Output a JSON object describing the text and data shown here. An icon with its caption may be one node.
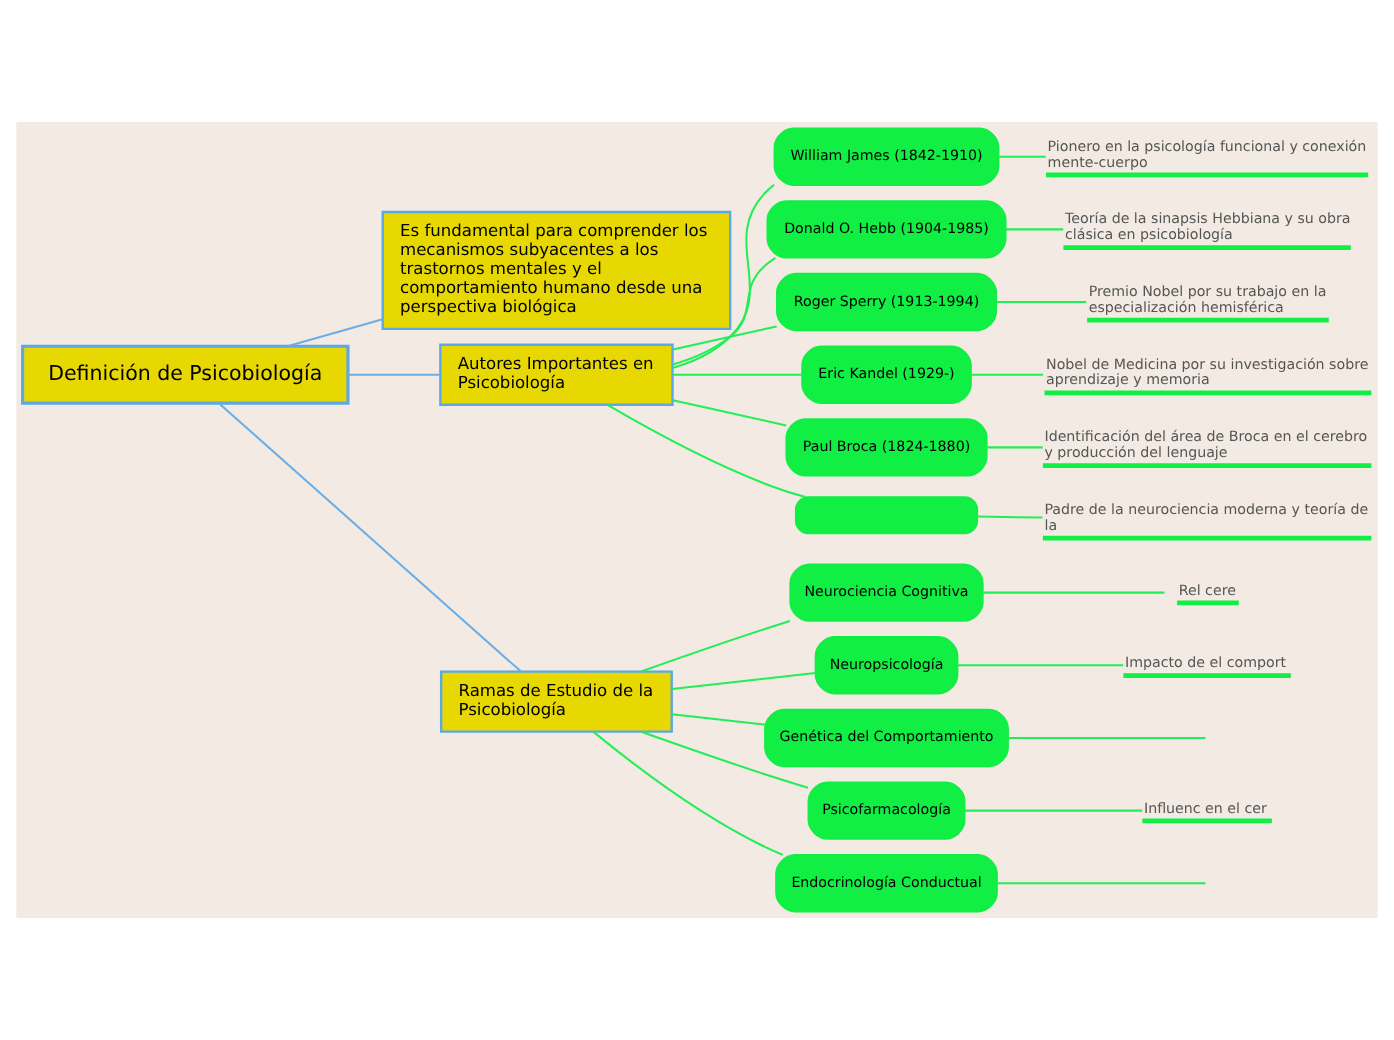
{
  "diagram": {
    "nodes": [
      {
        "text": [
          "Definición de Psicobiología"
        ]
      },
      {
        "text": [
          "Es fundamental para comprender los mecanismos subyacentes a los trastornos mentales y el comportamiento humano desde una perspectiva biológica"
        ]
      },
      {
        "text": [
          "Autores Importantes en Psicobiología"
        ]
      },
      {
        "text": [
          "William James (1842-1910)"
        ]
      },
      {
        "text": [
          "Pionero en la psicología funcional y conexión mente-cuerpo"
        ]
      },
      {
        "text": [
          "Donald O. Hebb (1904-1985)"
        ]
      },
      {
        "text": [
          "Teoría de la sinapsis Hebbiana y su obra clásica en psicobiología"
        ]
      },
      {
        "text": [
          "Roger Sperry (1913-1994)"
        ]
      },
      {
        "text": [
          "Premio Nobel por su trabajo en la especialización hemisférica"
        ]
      },
      {
        "text": [
          "Eric Kandel (1929-)"
        ]
      },
      {
        "text": [
          "Nobel de Medicina por su investigación sobre aprendizaje y memoria"
        ]
      },
      {
        "text": [
          "Paul Broca (1824-1880)"
        ]
      },
      {
        "text": [
          "Identificación del área de Broca en el cerebro y producción del lenguaje"
        ]
      },
      {
        "text": [],
        "shape": "box"
      },
      {
        "text": [
          "Padre de la neurociencia moderna y teoría de la"
        ]
      },
      {
        "text": [
          "Ramas de Estudio de la Psicobiología"
        ]
      },
      {
        "text": [
          "Neurociencia Cognitiva"
        ]
      },
      {
        "text": [
          "Rel cere"
        ]
      },
      {
        "text": [
          "Neuropsicología"
        ]
      },
      {
        "text": [
          "Impacto de el comport"
        ]
      },
      {
        "text": [
          "Genética del Comportamiento"
        ]
      },
      {
        "text": [
          "Psicofarmacología"
        ]
      },
      {
        "text": [
          "Influenc en el cer"
        ]
      },
      {
        "text": [
          "Endocrinología Conductual"
        ]
      }
    ],
    "edges": [
      {
        "from": 0,
        "to": 1,
        "arrow": "none",
        "color": "#6aaee8"
      },
      {
        "from": 0,
        "to": 2,
        "arrow": "none",
        "color": "#6aaee8"
      },
      {
        "from": 0,
        "to": 15,
        "arrow": "none",
        "color": "#6aaee8"
      },
      {
        "from": 2,
        "to": 3,
        "arrow": "none"
      },
      {
        "from": 3,
        "to": 4,
        "arrow": "none"
      },
      {
        "from": 2,
        "to": 5,
        "arrow": "none"
      },
      {
        "from": 5,
        "to": 6,
        "arrow": "none"
      },
      {
        "from": 2,
        "to": 7,
        "arrow": "none"
      },
      {
        "from": 7,
        "to": 8,
        "arrow": "none"
      },
      {
        "from": 2,
        "to": 9,
        "arrow": "none"
      },
      {
        "from": 9,
        "to": 10,
        "arrow": "none"
      },
      {
        "from": 2,
        "to": 11,
        "arrow": "none"
      },
      {
        "from": 11,
        "to": 12,
        "arrow": "none"
      },
      {
        "from": 2,
        "to": 13,
        "arrow": "none"
      },
      {
        "from": 13,
        "to": 14,
        "arrow": "none"
      },
      {
        "from": 15,
        "to": 16,
        "arrow": "none"
      },
      {
        "from": 16,
        "to": 17,
        "arrow": "none"
      },
      {
        "from": 15,
        "to": 18,
        "arrow": "none"
      },
      {
        "from": 18,
        "to": 19,
        "arrow": "none"
      },
      {
        "from": 15,
        "to": 20,
        "arrow": "none"
      },
      {
        "from": 20,
        "to": null,
        "arrow": "none"
      },
      {
        "from": 15,
        "to": 21,
        "arrow": "none"
      },
      {
        "from": 21,
        "to": 22,
        "arrow": "none"
      },
      {
        "from": 15,
        "to": 23,
        "arrow": "none"
      },
      {
        "from": 23,
        "to": null,
        "arrow": "none"
      }
    ]
  }
}
